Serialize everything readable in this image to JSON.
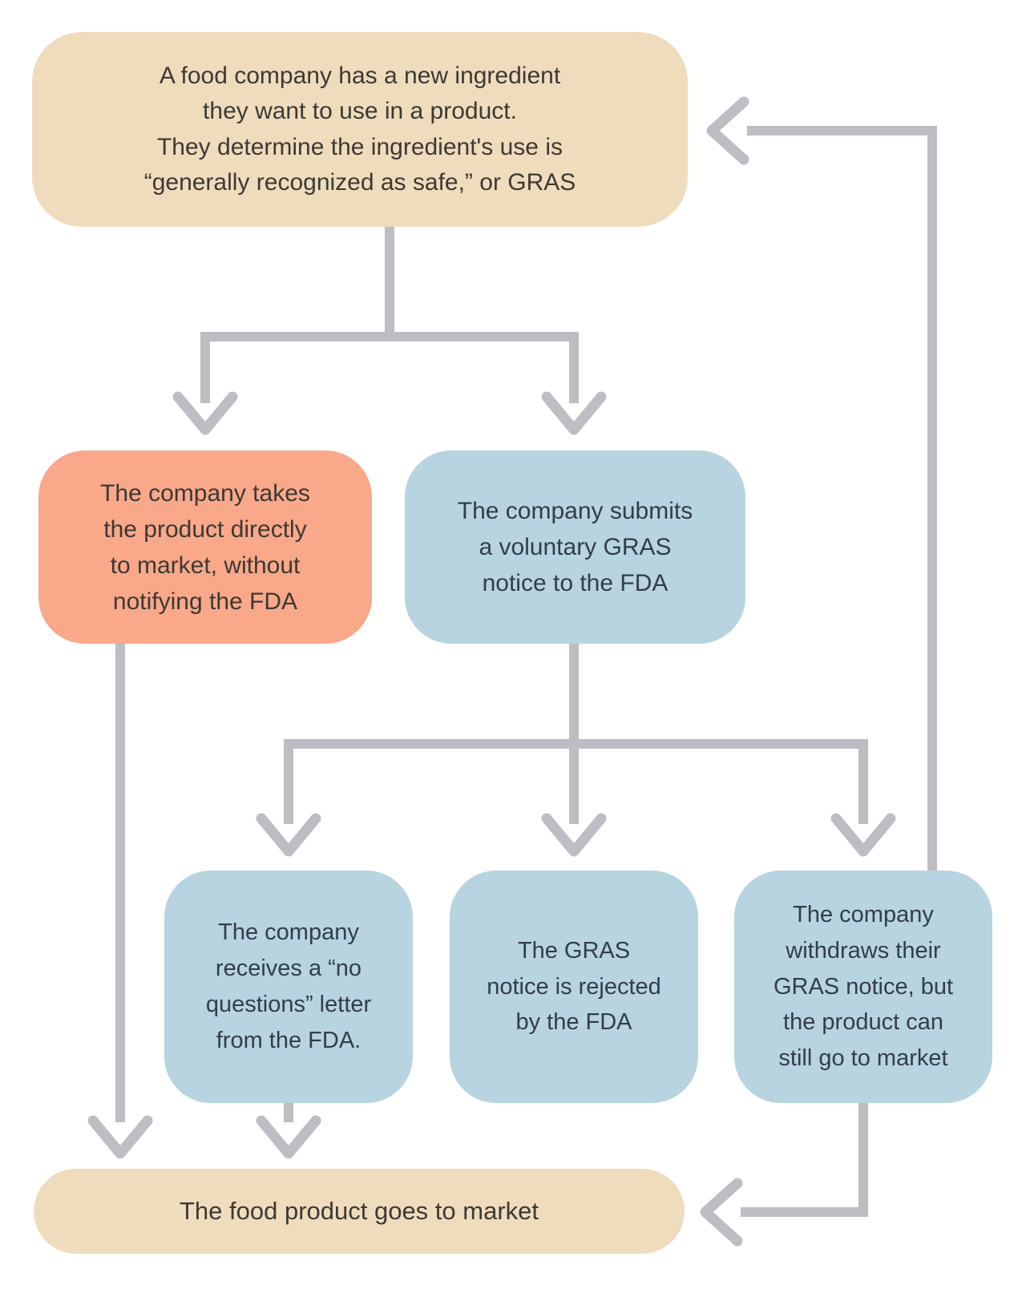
{
  "colors": {
    "background": "#ffffff",
    "connector": "#bdbdc3",
    "tan": "#efdcbd",
    "salmon": "#f9a88a",
    "blue": "#b7d4e0",
    "text_warm": "#3d3934",
    "text_blue": "#323e48"
  },
  "nodes": {
    "start": {
      "label": "A food company has a new ingredient\nthey want to use in a product.\nThey determine the ingredient's use is\n“generally recognized as safe,” or GRAS"
    },
    "direct_to_market": {
      "label": "The company takes\nthe product directly\nto market, without\nnotifying the FDA"
    },
    "submit_notice": {
      "label": "The company submits\na voluntary GRAS\nnotice to the FDA"
    },
    "no_questions": {
      "label": "The company\nreceives a “no\nquestions” letter\nfrom the FDA."
    },
    "rejected": {
      "label": "The GRAS\nnotice is rejected\nby the FDA"
    },
    "withdrawn": {
      "label": "The company\nwithdraws their\nGRAS notice, but\nthe product can\nstill go to market"
    },
    "market": {
      "label": "The food product goes to market"
    }
  }
}
